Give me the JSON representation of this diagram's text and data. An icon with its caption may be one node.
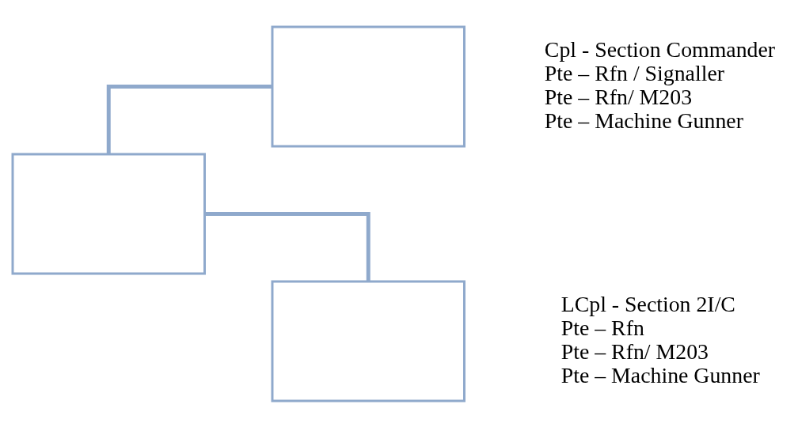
{
  "diagram": {
    "nodes": [
      {
        "text": [],
        "shape": "box"
      },
      {
        "text": [],
        "shape": "box",
        "beside": [
          "Cpl - Section Commander",
          "Pte – Rfn / Signaller",
          "Pte – Rfn/ M203",
          "Pte – Machine Gunner"
        ]
      },
      {
        "text": [],
        "shape": "box",
        "beside": [
          "LCpl - Section 2I/C",
          "Pte – Rfn",
          "Pte – Rfn/ M203",
          "Pte – Machine Gunner"
        ]
      }
    ],
    "edges": [
      {
        "from": 0,
        "to": 1,
        "arrow": "none"
      },
      {
        "from": 0,
        "to": 2,
        "arrow": "none"
      }
    ]
  }
}
